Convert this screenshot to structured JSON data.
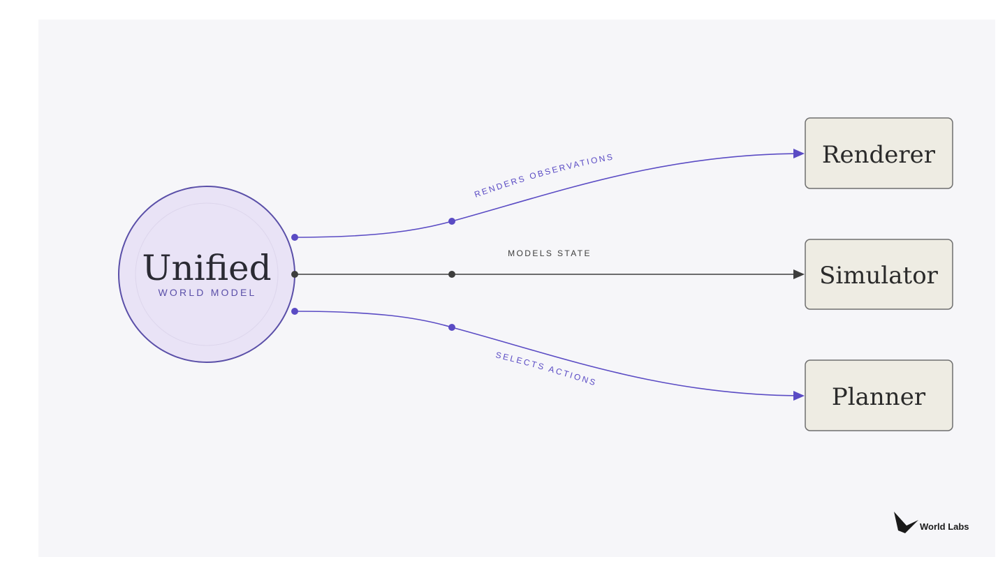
{
  "hub": {
    "title": "Unified",
    "subtitle": "WORLD MODEL"
  },
  "targets": {
    "renderer": "Renderer",
    "simulator": "Simulator",
    "planner": "Planner"
  },
  "edges": {
    "renders": "RENDERS OBSERVATIONS",
    "models": "MODELS STATE",
    "selects": "SELECTS ACTIONS"
  },
  "brand": {
    "name": "World Labs",
    "icon": "world-labs-logo-icon"
  },
  "colors": {
    "accent": "#5a4bc4",
    "neutral": "#3d3d3d",
    "hub_fill": "#e9e3f6",
    "hub_stroke": "#5a4fa8",
    "box_fill": "#eeece3",
    "box_stroke": "#6f6f6f",
    "background": "#f6f6f9"
  }
}
